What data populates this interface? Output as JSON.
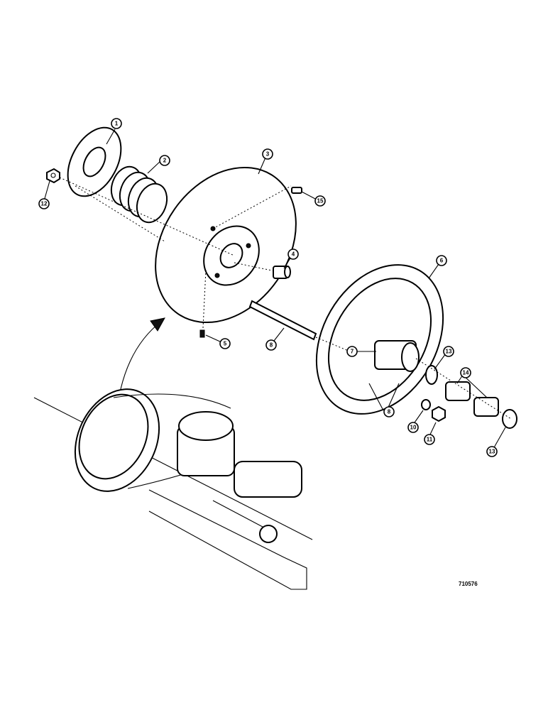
{
  "figure": {
    "reference_number": "710576",
    "callouts": [
      {
        "id": "c1",
        "label": "1"
      },
      {
        "id": "c2",
        "label": "2"
      },
      {
        "id": "c3",
        "label": "3"
      },
      {
        "id": "c4",
        "label": "4"
      },
      {
        "id": "c5",
        "label": "5"
      },
      {
        "id": "c6",
        "label": "6"
      },
      {
        "id": "c7",
        "label": "7"
      },
      {
        "id": "c8a",
        "label": "8"
      },
      {
        "id": "c8b",
        "label": "8"
      },
      {
        "id": "c10",
        "label": "10"
      },
      {
        "id": "c11",
        "label": "11"
      },
      {
        "id": "c12",
        "label": "12"
      },
      {
        "id": "c13a",
        "label": "13"
      },
      {
        "id": "c13b",
        "label": "13"
      },
      {
        "id": "c14",
        "label": "14"
      },
      {
        "id": "c15",
        "label": "15"
      }
    ]
  }
}
